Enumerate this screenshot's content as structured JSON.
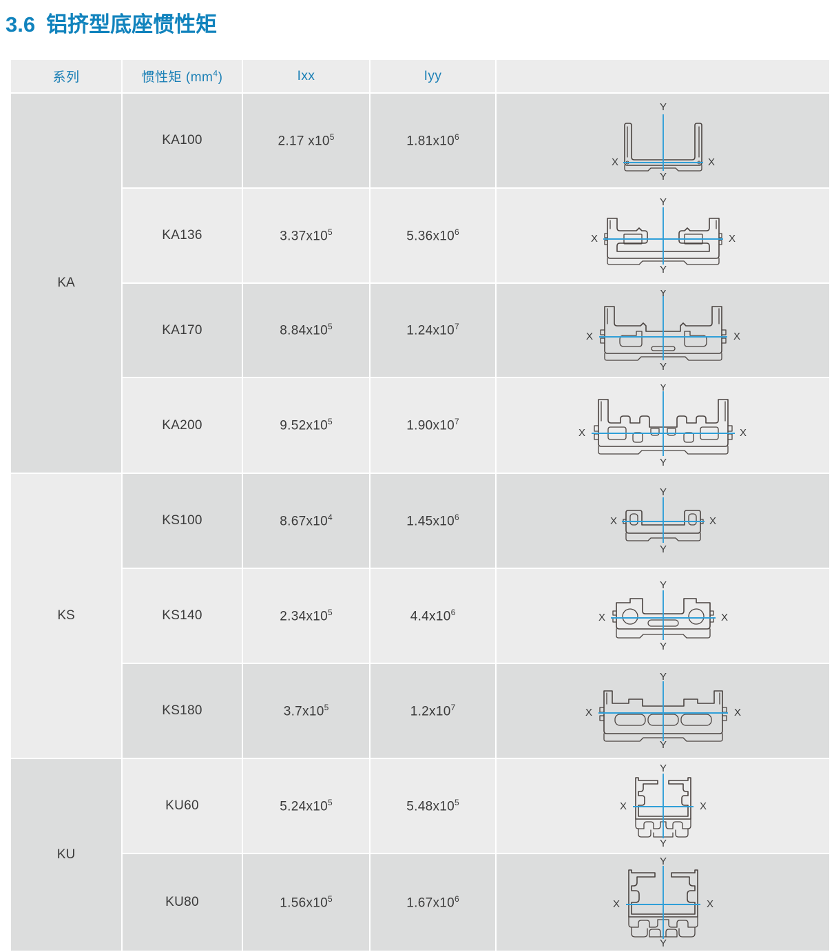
{
  "section": {
    "number": "3.6",
    "title": "铝挤型底座惯性矩"
  },
  "table": {
    "headers": {
      "series": "系列",
      "moment": "惯性矩 (mm",
      "moment_sup": "4",
      "moment_close": ")",
      "ixx": "Ixx",
      "iyy": "Iyy",
      "shape": ""
    },
    "axis_labels": {
      "x": "X",
      "y": "Y"
    },
    "groups": [
      {
        "series": "KA",
        "rows": [
          {
            "model": "KA100",
            "ixx_mantissa": "2.17 x10",
            "ixx_exp": "5",
            "iyy_mantissa": "1.81x10",
            "iyy_exp": "6",
            "shape": "ka100-profile"
          },
          {
            "model": "KA136",
            "ixx_mantissa": "3.37x10",
            "ixx_exp": "5",
            "iyy_mantissa": "5.36x10",
            "iyy_exp": "6",
            "shape": "ka136-profile"
          },
          {
            "model": "KA170",
            "ixx_mantissa": "8.84x10",
            "ixx_exp": "5",
            "iyy_mantissa": "1.24x10",
            "iyy_exp": "7",
            "shape": "ka170-profile"
          },
          {
            "model": "KA200",
            "ixx_mantissa": "9.52x10",
            "ixx_exp": "5",
            "iyy_mantissa": "1.90x10",
            "iyy_exp": "7",
            "shape": "ka200-profile"
          }
        ]
      },
      {
        "series": "KS",
        "rows": [
          {
            "model": "KS100",
            "ixx_mantissa": "8.67x10",
            "ixx_exp": "4",
            "iyy_mantissa": "1.45x10",
            "iyy_exp": "6",
            "shape": "ks100-profile"
          },
          {
            "model": "KS140",
            "ixx_mantissa": "2.34x10",
            "ixx_exp": "5",
            "iyy_mantissa": "4.4x10",
            "iyy_exp": "6",
            "shape": "ks140-profile"
          },
          {
            "model": "KS180",
            "ixx_mantissa": "3.7x10",
            "ixx_exp": "5",
            "iyy_mantissa": "1.2x10",
            "iyy_exp": "7",
            "shape": "ks180-profile"
          }
        ]
      },
      {
        "series": "KU",
        "rows": [
          {
            "model": "KU60",
            "ixx_mantissa": "5.24x10",
            "ixx_exp": "5",
            "iyy_mantissa": "5.48x10",
            "iyy_exp": "5",
            "shape": "ku60-profile"
          },
          {
            "model": "KU80",
            "ixx_mantissa": "1.56x10",
            "ixx_exp": "5",
            "iyy_mantissa": "1.67x10",
            "iyy_exp": "6",
            "shape": "ku80-profile"
          }
        ]
      }
    ]
  },
  "colors": {
    "accent": "#1183bd",
    "header_text": "#1a7fb5",
    "row_dark": "#dcdddd",
    "row_light": "#ececec",
    "outline": "#4a4340",
    "axis": "#2f9fd8"
  }
}
